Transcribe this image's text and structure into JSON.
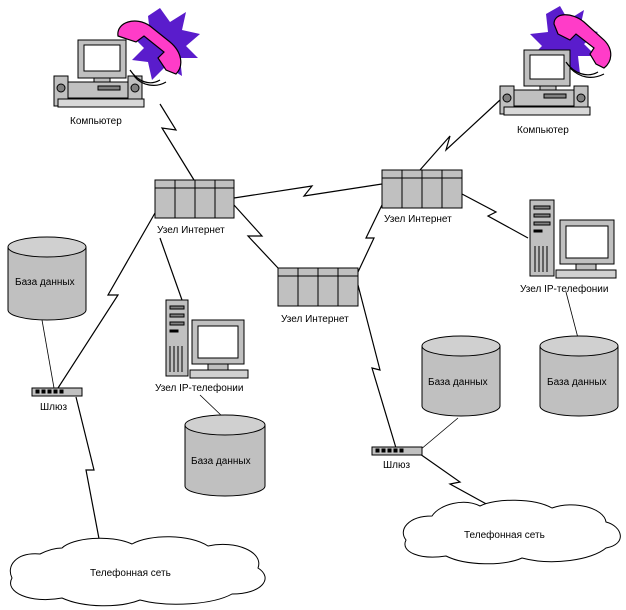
{
  "labels": {
    "computer": "Компьютер",
    "internet_node": "Узел Интернет",
    "ip_node": "Узел IP-телефонии",
    "database": "База данных",
    "gateway": "Шлюз",
    "phone_network": "Телефонная сеть"
  },
  "colors": {
    "device_gray": "#c0c0c0",
    "phone_magenta": "#ff3cc8",
    "burst_purple": "#5a1ccc",
    "screen_teal": "#6a8f8f",
    "line": "#000000"
  },
  "icons": [
    "computer-icon",
    "telephone-icon",
    "router-icon",
    "server-icon",
    "database-icon",
    "gateway-icon",
    "cloud-icon"
  ]
}
